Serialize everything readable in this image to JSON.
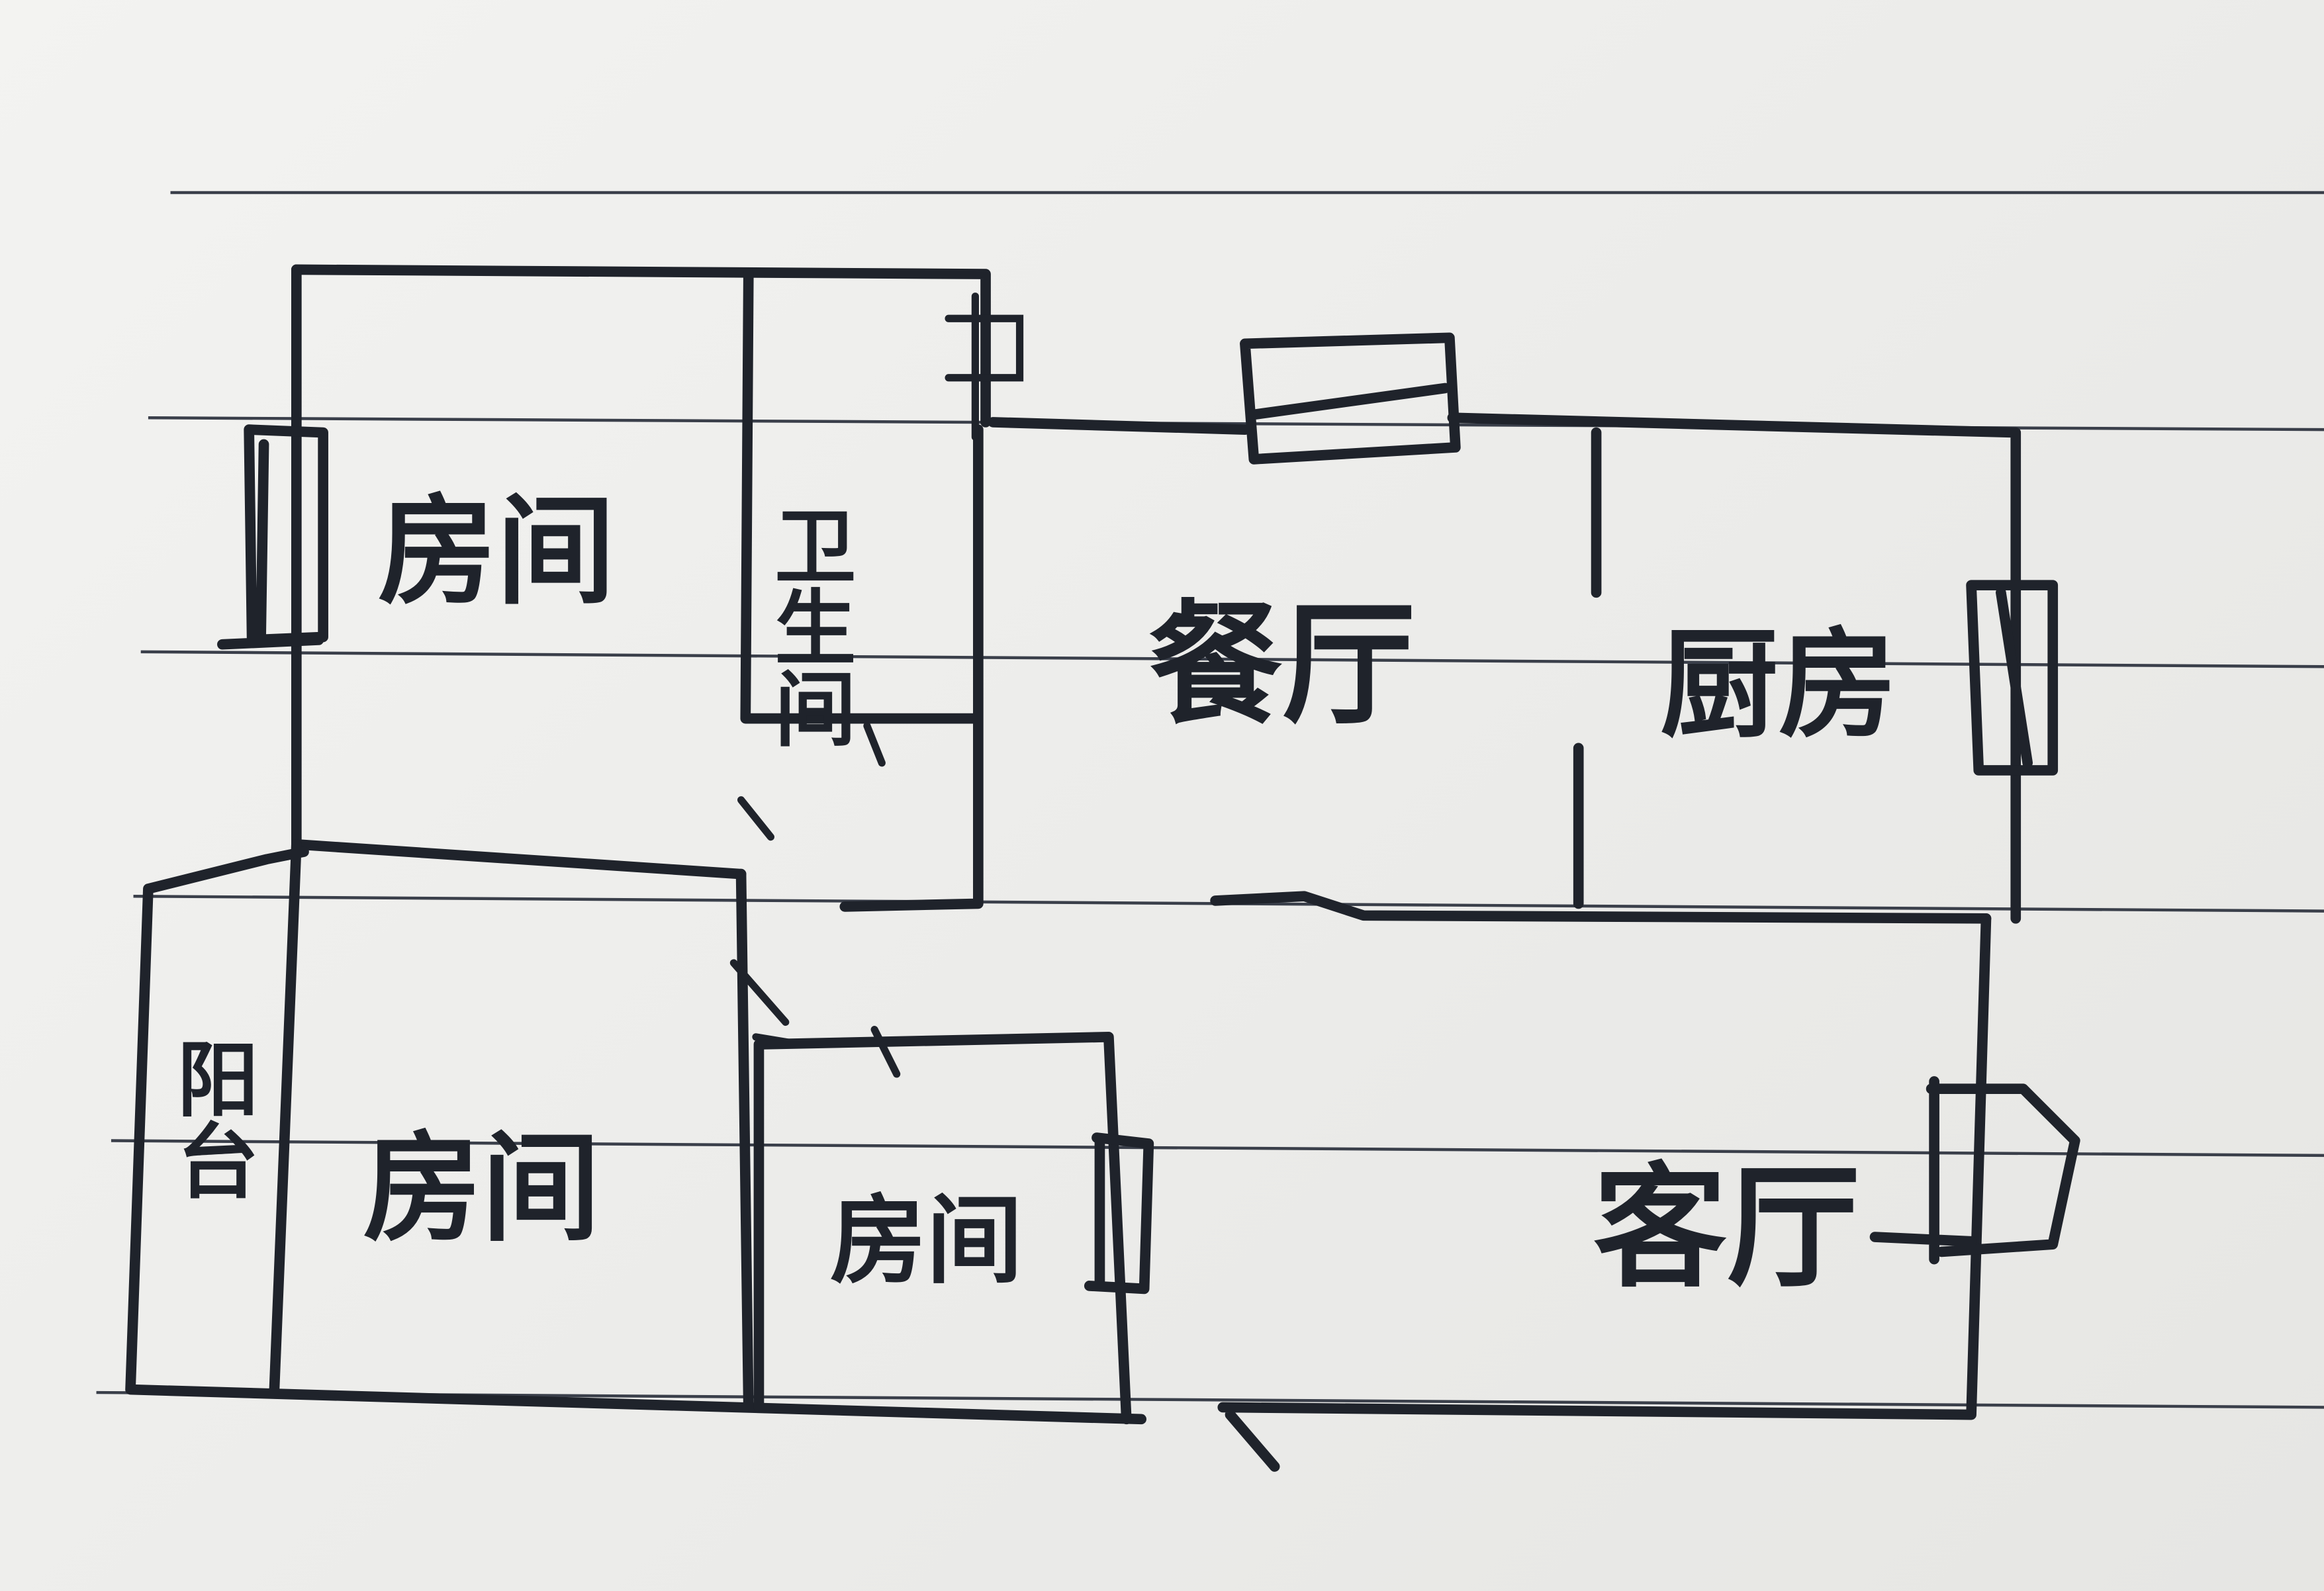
{
  "floor_plan": {
    "rooms": {
      "bedroom_top_left": "房间",
      "bathroom": "卫生间",
      "dining_room": "餐厅",
      "kitchen": "厨房",
      "balcony": "阳台",
      "bedroom_bottom_left": "房间",
      "bedroom_small": "房间",
      "living_room": "客厅"
    },
    "colors": {
      "ink": "#1f232b",
      "paper": "#efefed",
      "rule_line": "#3a3f4a"
    }
  }
}
